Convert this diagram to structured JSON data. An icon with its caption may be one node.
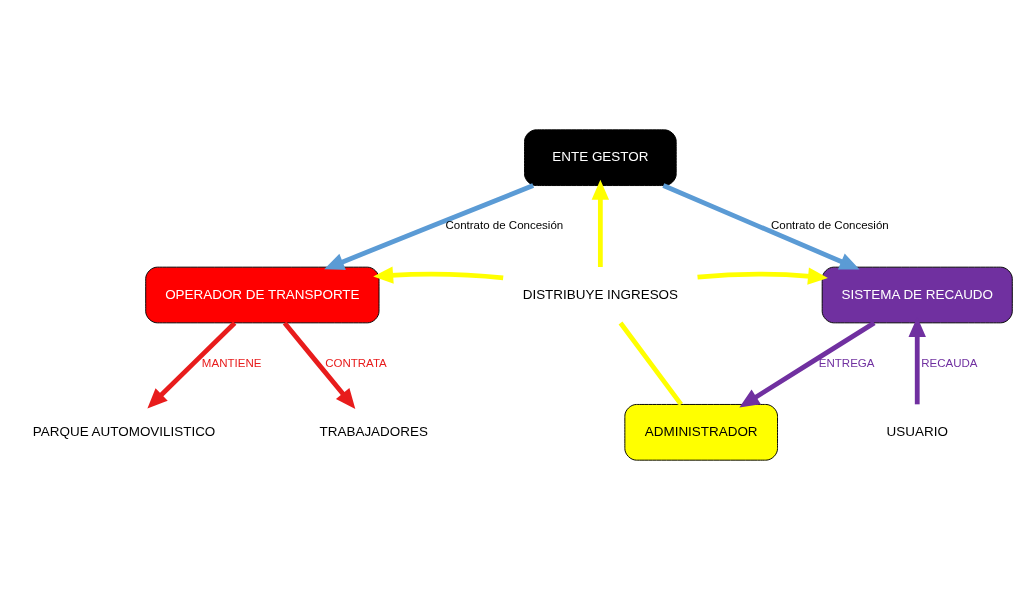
{
  "diagram": {
    "nodes": [
      {
        "text": [
          "ENTE GESTOR"
        ]
      },
      {
        "text": [
          "OPERADOR DE TRANSPORTE"
        ]
      },
      {
        "text": [
          "DISTRIBUYE INGRESOS"
        ]
      },
      {
        "text": [
          "SISTEMA DE RECAUDO"
        ]
      },
      {
        "text": [
          "ADMINISTRADOR"
        ]
      },
      {
        "text": [
          "PARQUE AUTOMOVILISTICO"
        ]
      },
      {
        "text": [
          "TRABAJADORES"
        ]
      },
      {
        "text": [
          "USUARIO"
        ]
      }
    ],
    "edges": [
      {
        "from": 0,
        "to": 1,
        "arrow": "to",
        "label": "Contrato de Concesión",
        "color": "#5b9bd5"
      },
      {
        "from": 0,
        "to": 3,
        "arrow": "to",
        "label": "Contrato de Concesión",
        "color": "#5b9bd5"
      },
      {
        "from": 2,
        "to": 0,
        "arrow": "to",
        "color": "#ffff00"
      },
      {
        "from": 2,
        "to": 1,
        "arrow": "to",
        "color": "#ffff00"
      },
      {
        "from": 2,
        "to": 3,
        "arrow": "to",
        "color": "#ffff00"
      },
      {
        "from": 4,
        "to": 2,
        "arrow": "none",
        "color": "#ffff00"
      },
      {
        "from": 1,
        "to": 5,
        "arrow": "to",
        "label": "MANTIENE",
        "color": "#e81c1c"
      },
      {
        "from": 1,
        "to": 6,
        "arrow": "to",
        "label": "CONTRATA",
        "color": "#e81c1c"
      },
      {
        "from": 3,
        "to": 4,
        "arrow": "to",
        "label": "ENTREGA",
        "color": "#7030a0"
      },
      {
        "from": 7,
        "to": 3,
        "arrow": "to",
        "label": "RECAUDA",
        "color": "#7030a0"
      }
    ]
  }
}
